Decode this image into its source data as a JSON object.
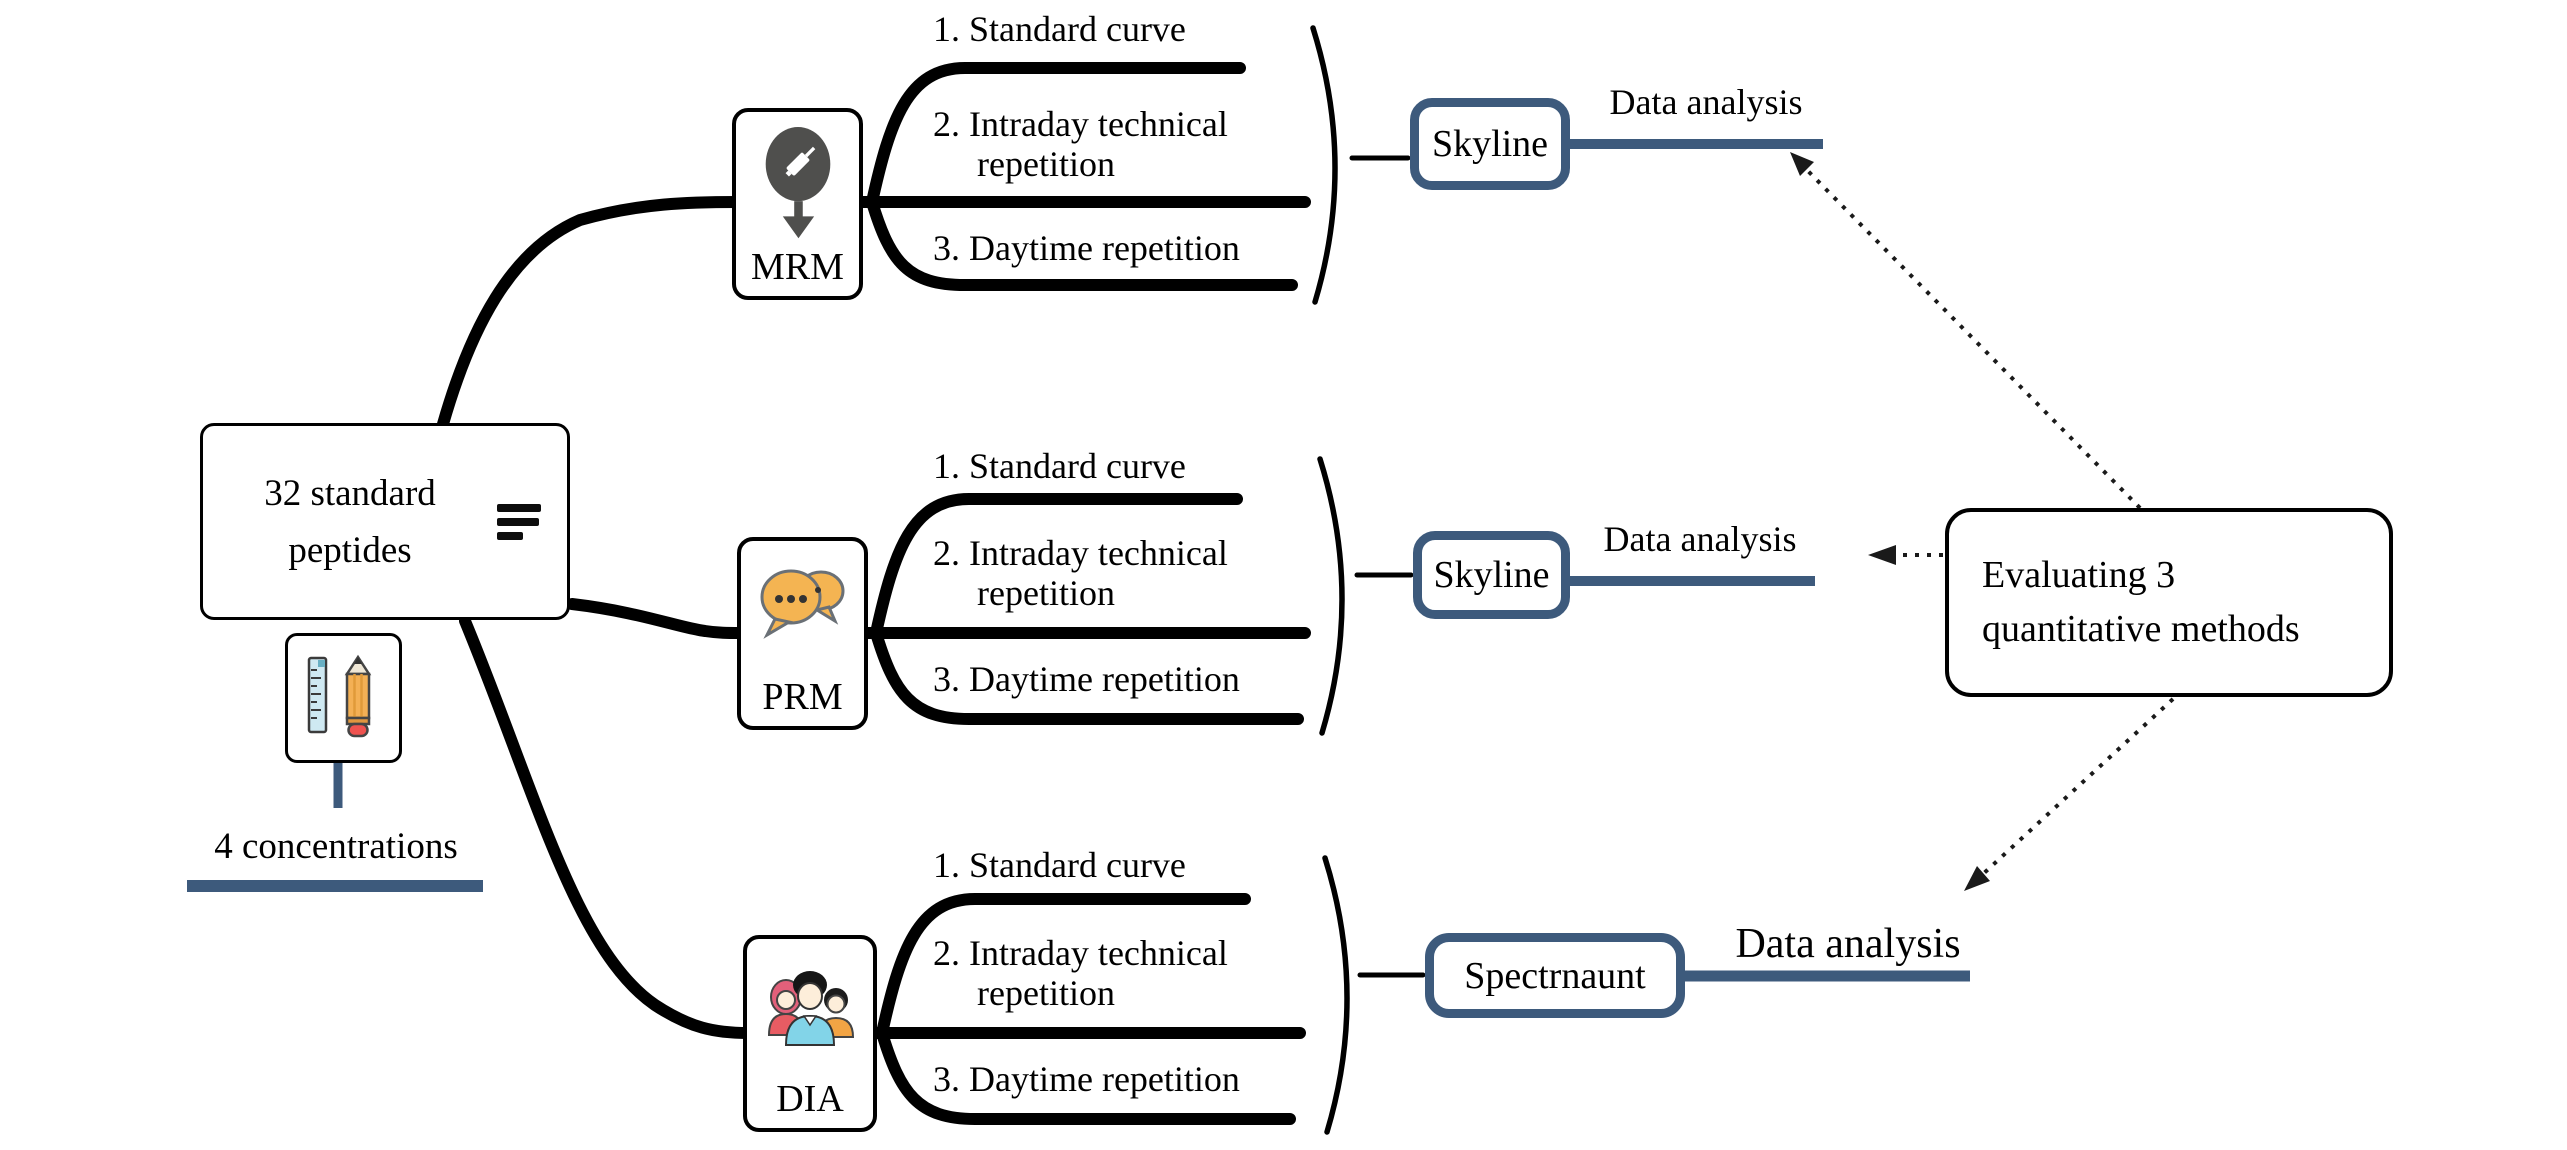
{
  "colors": {
    "accent": "#3d5a7c",
    "stroke": "#000000",
    "dotted": "#1a1a1a"
  },
  "icons": {
    "root_menu": "list-icon",
    "note": "ruler-pencil-icon",
    "mrm": "pin-syringe-icon",
    "prm": "chat-bubbles-icon",
    "dia": "people-group-icon"
  },
  "root_node": {
    "line1": "32 standard",
    "line2": "peptides"
  },
  "concentration_note": {
    "label": "4 concentrations"
  },
  "branches": [
    {
      "method": "MRM",
      "software": "Skyline",
      "analysis": "Data analysis",
      "items": [
        {
          "text": "1. Standard curve"
        },
        {
          "text": "2. Intraday technical",
          "text2": "repetition"
        },
        {
          "text": "3. Daytime repetition"
        }
      ]
    },
    {
      "method": "PRM",
      "software": "Skyline",
      "analysis": "Data analysis",
      "items": [
        {
          "text": "1. Standard curve"
        },
        {
          "text": "2. Intraday technical",
          "text2": "repetition"
        },
        {
          "text": "3. Daytime repetition"
        }
      ]
    },
    {
      "method": "DIA",
      "software": "Spectrnaunt",
      "analysis": "Data analysis",
      "items": [
        {
          "text": "1. Standard curve"
        },
        {
          "text": "2. Intraday technical",
          "text2": "repetition"
        },
        {
          "text": "3. Daytime repetition"
        }
      ]
    }
  ],
  "evaluation": {
    "line1": "Evaluating 3",
    "line2": "quantitative methods"
  }
}
